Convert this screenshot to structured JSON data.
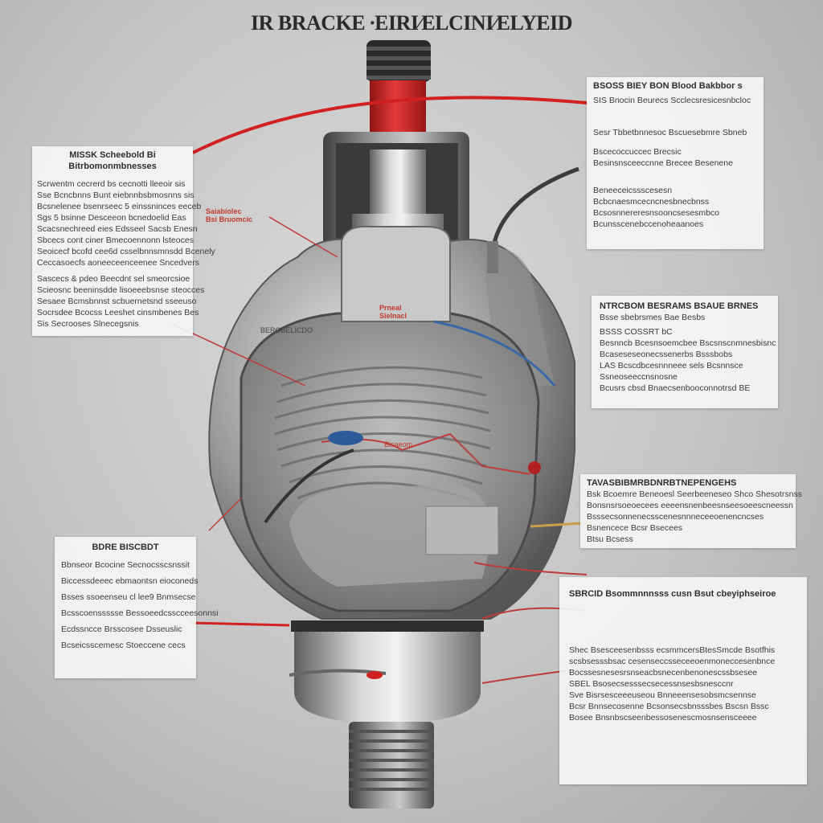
{
  "title": "IR BRACKE ∙EIRI∕ELCINI∕ELYEID",
  "overlay_labels": {
    "red_upper": "Saiabiolec",
    "red_upper_2": "Bsi Bruomcic",
    "center_red_1": "Prneal",
    "center_red_2": "Sielnacl",
    "left_mid": "BEROBELICDO",
    "inner": "Bisaeom"
  },
  "panels": {
    "left_top": {
      "heading_1": "MISSK Scheebold Bi",
      "heading_2": "Bitrbomonmbnesses",
      "group_1": [
        "Scrwentm cecrerd bs cecnotti lleeoir sis",
        "Sse Bcncbnns Bunt eiebnnbsbmosnns sis",
        "Bcsnelenee bsenrseec 5 einssninces eeceb",
        "Sgs 5 bsinne Desceeon bcnedoelid Eas",
        "Scacsnechreed eies Edsseel Sacsb Enesn",
        "Sbcecs cont ciner Bmecoennonn lsteoces",
        "Seoicecf bcofd cee6d csselbnnsmnsdd Bcenely",
        "Ceccasoecfs aoneeceenceenee Sncedvers"
      ],
      "group_2": [
        "Sascecs & pdeo Beecdnt sel smeorcsioe",
        "Scieosnc beeninsdde lisoeeebsnse steocces",
        "Sesaee Bcmsbnnst scbuernetsnd sseeuso",
        "Socrsdee Bcocss Leeshet cinsmbenes Bes",
        "Sis Secrooses Slnecegsnis"
      ]
    },
    "left_bottom": {
      "heading": "BDRE BISCBDT",
      "lines": [
        "Bbnseor Bcocine Secnocsscsnssit",
        "Biccessdeeec ebmaontsn eioconeds",
        "Bsses ssoeenseu cl lee9 Bnmsecse",
        "Bcsscoenssssse Bessoeedcsscceesonnsi",
        "Ecdssncce Brsscosee Dsseuslic",
        "Bcseicsscemesc Stoeccene cecs"
      ]
    },
    "right_top": {
      "heading": "BSOSS BIEY BON Blood Bakbbor s",
      "lines": [
        "SIS Bnocin Beurecs Scclecsresicesnbcloc",
        "Sesr Tbbetbnnesoc Bscuesebmre Sbneb",
        "Bscecoccuccec Brecsic",
        "Besinsnsceeccnne Brecee Besenene",
        "Beneeceicssscesesn",
        "Bcbcnaesmcecncnesbnecbnss",
        "Bcsosnnereresnsooncsesesmbco",
        "Bcunsscenebccenoheaanoes"
      ]
    },
    "right_mid": {
      "heading": "NTRCBOM BESRAMS BSAUE BRNES",
      "sub": "Bsse sbebrsmes Bae Besbs",
      "lines": [
        "BSSS COSSRT bC",
        "Besnncb Bcesnsoemcbee Bscsnscnmnesbisnc",
        "Bcaseseseonecssenerbs Bsssbobs",
        "LAS Bcscdbcesnnneee sels Bcsnnsce",
        "Ssneoseeccnsnosne",
        "Bcusrs cbsd Bnaecsenbooconnotrsd BE"
      ]
    },
    "right_lower": {
      "heading": "TAVASBIBMRBDNRBTNEPENGEHS",
      "lines": [
        "Bsk Bcoemre Beneoesl Seerbeeneseo Shco Shesotrsnss",
        "Bonsnsrsoeoecees eeeensnenbeesnseesoeescneessn",
        "Bsssecsonnenecsscenesnnneceeoenencncses",
        "Bsnencece Bcsr Bsecees",
        "Btsu Bcsess"
      ]
    },
    "right_bottom": {
      "heading": "SBRCID Bsommnnnsss cusn Bsut cbeyiphseiroe",
      "lines": [
        "Shec Bsesceesenbsss ecsmmcersBtesSmcde Bsotfhis",
        "scsbsesssbsac cesenseccsseceeoenmoneccesenbnce",
        "Bocssesnesesrsnseacbsnecenbenonescssbsesee",
        "SBEL Bsosecsesssecsecessnsesbsnesccnr",
        "Sve Bisrsesceeeuseou Bnneeensesobsmcsennse",
        "Bcsr Bnnsecosenne Bcsonsecsbnsssbes Bscsn Bssc",
        "Bosee Bnsnbscseenbessosenescmosnsensceeee"
      ]
    }
  },
  "colors": {
    "accent_red": "#d21f1f",
    "metal_dark": "#5a5a5a",
    "metal_light": "#e6e6e6",
    "panel_bg": "#f3f3f3",
    "text_dark": "#2a2a2a"
  }
}
